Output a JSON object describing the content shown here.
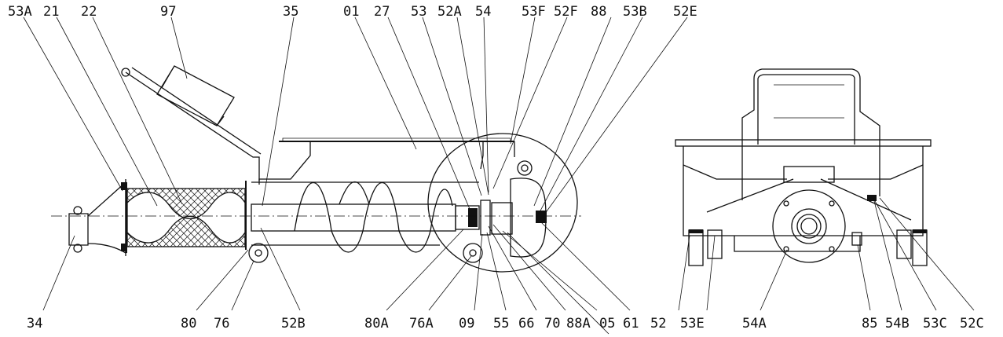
{
  "drawing": {
    "top_callouts": [
      "53A",
      "21",
      "22",
      "97",
      "35",
      "01",
      "27",
      "53",
      "52A",
      "54",
      "53F",
      "52F",
      "88",
      "53B",
      "52E"
    ],
    "bottom_callouts": [
      "34",
      "80",
      "76",
      "52B",
      "80A",
      "76A",
      "09",
      "55",
      "66",
      "70",
      "88A",
      "05",
      "61",
      "52",
      "53E",
      "54A",
      "85",
      "54B",
      "53C",
      "52C"
    ]
  },
  "colors": {
    "ink": "#111111",
    "paper": "#ffffff"
  }
}
